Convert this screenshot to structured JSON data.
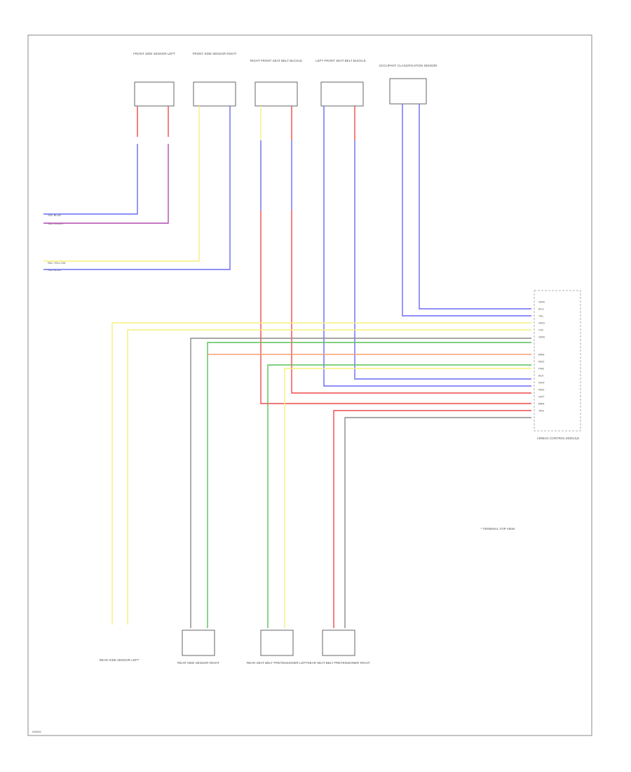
{
  "footer_code": "W0000",
  "colors": {
    "yellow": "#f5f07a",
    "red": "#ef4a4a",
    "blue": "#6a6af5",
    "purple": "#b04ab0",
    "green": "#5ac05a",
    "orange": "#f5a070",
    "gray": "#8a8a8a"
  },
  "note_text": "* TERMINAL TOP VIEW",
  "modules": [
    {
      "id": "m1",
      "label": "FRONT SIDE SENSOR LEFT"
    },
    {
      "id": "m2",
      "label": "FRONT SIDE SENSOR RIGHT"
    },
    {
      "id": "m3",
      "label": "RIGHT FRONT SEAT BELT BUCKLE"
    },
    {
      "id": "m4",
      "label": "LEFT FRONT SEAT BELT BUCKLE"
    },
    {
      "id": "m5",
      "label": "OCCUPANT CLASSIFICATION SENSOR"
    }
  ],
  "sensors": [
    {
      "id": "s1",
      "label": "REAR SIDE SENSOR LEFT"
    },
    {
      "id": "s2",
      "label": "REAR SIDE SENSOR RIGHT"
    },
    {
      "id": "s3",
      "label": "REAR SEAT BELT PRETENSIONER LEFT"
    },
    {
      "id": "s4",
      "label": "REAR SEAT BELT PRETENSIONER RIGHT"
    }
  ],
  "airbag_module_label": "AIRBAG CONTROL MODULE",
  "left_connectors": [
    {
      "label": "SDL BLUE"
    },
    {
      "label": "SDL VIOLET"
    },
    {
      "label": "SDL YELLOW"
    },
    {
      "label": "SDL BLUE"
    }
  ],
  "module_pins": [
    {
      "label": "GRN"
    },
    {
      "label": "BLU"
    },
    {
      "label": "YEL"
    },
    {
      "label": "ORG"
    },
    {
      "label": "VIO"
    },
    {
      "label": "GRN"
    },
    {
      "label": "BRN"
    },
    {
      "label": "RED"
    },
    {
      "label": "PNK"
    },
    {
      "label": "BLK"
    },
    {
      "label": "WHT"
    },
    {
      "label": "RED"
    },
    {
      "label": "GRY"
    },
    {
      "label": "BRN"
    },
    {
      "label": "TAN"
    }
  ]
}
